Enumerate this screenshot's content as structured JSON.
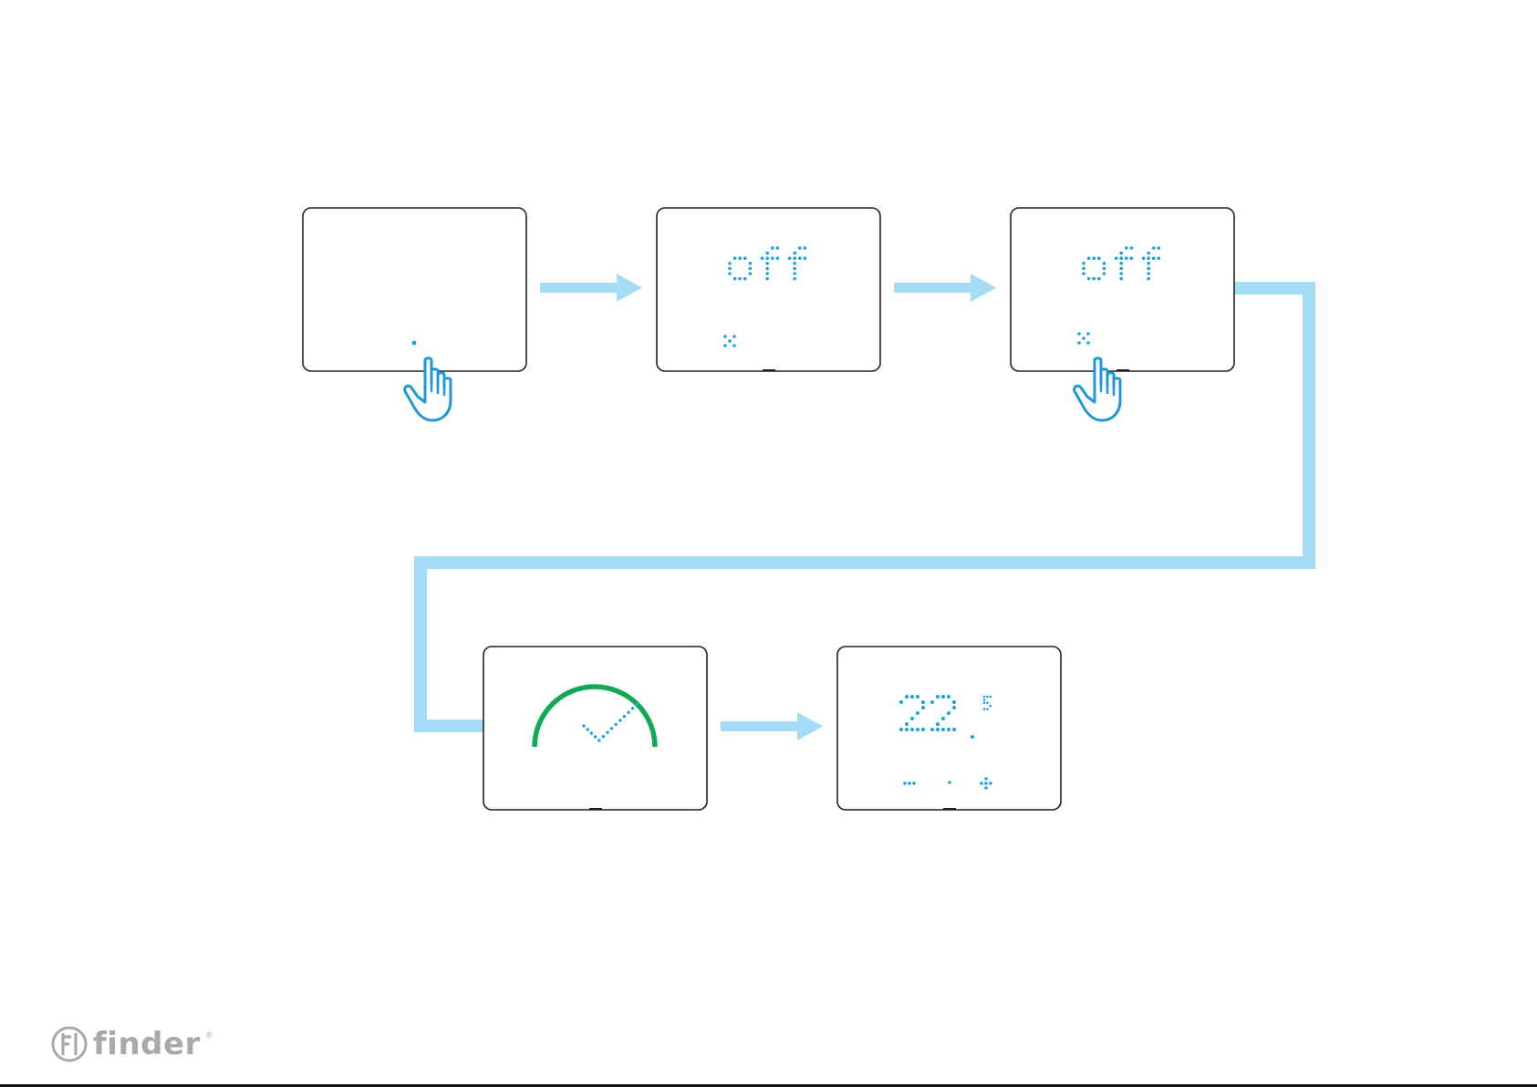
{
  "colors": {
    "connector": "#a5dcf5",
    "dot_display": "#1aa3e0",
    "ring": "#12a955",
    "device_border": "#231f20",
    "hand_outline": "#1b98d5",
    "brand_gray": "#a7a9ac"
  },
  "icons": [
    "tap-hand-icon",
    "check-icon",
    "progress-ring-icon",
    "right-arrow-icon",
    "finder-logo-icon"
  ],
  "screens": [
    {
      "id": "blank",
      "label": ""
    },
    {
      "id": "off-1",
      "display_text": "off"
    },
    {
      "id": "off-2",
      "display_text": "off"
    },
    {
      "id": "confirm",
      "progress": 0.5
    },
    {
      "id": "home",
      "temperature": "22",
      "decimal": "5"
    }
  ],
  "brand": {
    "name": "finder",
    "registered": "®"
  }
}
